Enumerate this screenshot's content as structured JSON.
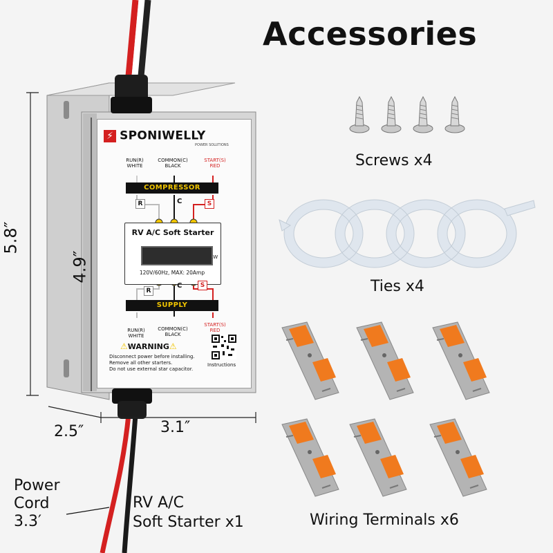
{
  "title": "Accessories",
  "dims": {
    "height_outer": "5.8″",
    "height_inner": "4.9″",
    "depth": "2.5″",
    "width": "3.1″"
  },
  "unit": {
    "brand": "SPONIWELLY",
    "brand_sub": "POWER SOLUTIONS",
    "top_labels": {
      "run": "RUN(R)\nWHITE",
      "common": "COMMON(C)\nBLACK",
      "start": "START(S)\nRED"
    },
    "compressor_bar": "COMPRESSOR",
    "supply_bar": "SUPPLY",
    "letters": {
      "r": "R",
      "c": "C",
      "s": "S"
    },
    "product_name": "RV A/C Soft Starter",
    "lcd_unit": ".W",
    "rating": "120V/60Hz, MAX: 20Amp",
    "bottom_labels": {
      "run": "RUN(R)\nWHITE",
      "common": "COMMON(C)\nBLACK",
      "start": "START(S)\nRED"
    },
    "warning_title": "WARNING",
    "warning_lines": [
      "Disconnect power before installing.",
      "Remove all other starters.",
      "Do not use external star capacitor."
    ],
    "qr_label": "Instructions"
  },
  "accessories": {
    "screws": "Screws x4",
    "ties": "Ties x4",
    "terminals": "Wiring Terminals x6"
  },
  "captions": {
    "power_cord": [
      "Power",
      "Cord",
      "3.3′"
    ],
    "starter": [
      "RV A/C",
      "Soft Starter x1"
    ]
  },
  "colors": {
    "red_wire": "#d42020",
    "terminal_orange": "#f07a1e",
    "terminal_gray": "#a9a9a9",
    "bar_yellow": "#f0c400"
  }
}
